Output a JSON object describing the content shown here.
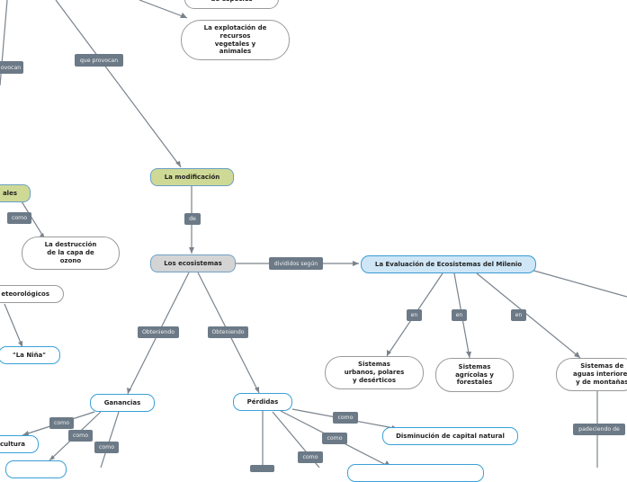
{
  "nodes": {
    "especies": "de especies",
    "explotacion": "La explotación de\nrecursos\nvegetales y\nanimales",
    "modificacion": "La modificación",
    "ecosistemas": "Los ecosistemas",
    "evaluacion": "La Evaluación de Ecosistemas del Milenio",
    "ales": "ales",
    "ozono": "La destrucción\nde la capa de\nozono",
    "meteorologicos": "eteorológicos",
    "nina": "\"La Niña\"",
    "urbanos": "Sistemas\nurbanos, polares\ny desérticos",
    "agricolas": "Sistemas\nagrícolas y\nforestales",
    "aguas": "Sistemas de\naguas interiores\ny de montañas",
    "ganancias": "Ganancias",
    "perdidas": "Pérdidas",
    "cultura": "cultura",
    "disminucion": "Disminución de capital natural"
  },
  "labels": {
    "provocan_left": "ovocan",
    "que_provocan": "que provocan",
    "de": "de",
    "como_ozono": "como",
    "divididos": "divididos según",
    "en1": "en",
    "en2": "en",
    "en3": "en",
    "obtenido1": "Obteniendo",
    "obtenido2": "Obteniendo",
    "como_g1": "como",
    "como_g2": "como",
    "como_g3": "como",
    "como_p1": "como",
    "como_p2": "como",
    "como_p3": "como",
    "padeciendo": "padeciendo de"
  }
}
